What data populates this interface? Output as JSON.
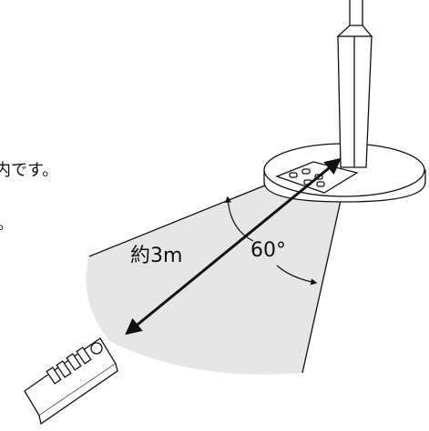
{
  "diagram": {
    "range_label": "約3m",
    "angle_label": "60°",
    "cut_text_line1": "内です。",
    "cut_text_line2": "。"
  },
  "colors": {
    "coverage_fill": "#e6e6e6",
    "line": "#111111",
    "background": "#ffffff"
  },
  "icons": {
    "fan": "standing-fan-base-icon",
    "remote": "remote-control-icon"
  }
}
